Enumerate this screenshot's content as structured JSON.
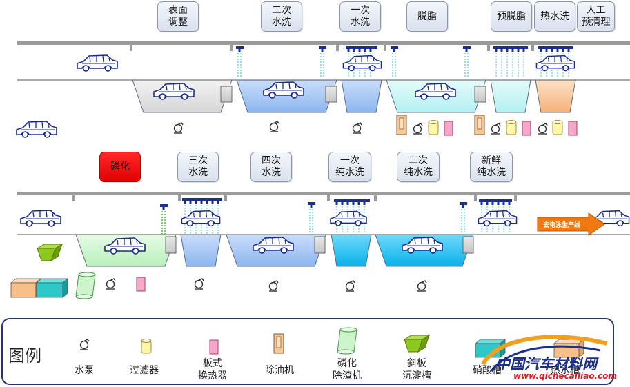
{
  "top_row_labels": [
    {
      "id": "surface",
      "text": "表面\n调整"
    },
    {
      "id": "rinse2",
      "text": "二次\n水洗"
    },
    {
      "id": "rinse1",
      "text": "一次\n水洗"
    },
    {
      "id": "degrease",
      "text": "脱脂"
    },
    {
      "id": "predegrease",
      "text": "预脱脂"
    },
    {
      "id": "hotrinse",
      "text": "热水洗"
    },
    {
      "id": "manual",
      "text": "人工\n预清理"
    }
  ],
  "bottom_row_labels": [
    {
      "id": "phosphating",
      "text": "磷化"
    },
    {
      "id": "rinse3",
      "text": "三次\n水洗"
    },
    {
      "id": "rinse4",
      "text": "四次\n水洗"
    },
    {
      "id": "di1",
      "text": "一次\n纯水洗"
    },
    {
      "id": "di2",
      "text": "二次\n纯水洗"
    },
    {
      "id": "fresh_di",
      "text": "新鲜\n纯水洗"
    }
  ],
  "arrow_text": "去电泳生产线",
  "legend": {
    "title": "图例",
    "items": [
      {
        "id": "pump",
        "icon": "pump-icon",
        "text": "水泵"
      },
      {
        "id": "filter",
        "icon": "filter-icon",
        "text": "过滤器"
      },
      {
        "id": "plate_hx",
        "icon": "plate-heat-exchanger-icon",
        "text": "板式\n换热器"
      },
      {
        "id": "oil_remover",
        "icon": "oil-remover-icon",
        "text": "除油机"
      },
      {
        "id": "slag_remover",
        "icon": "phosphating-slag-remover-icon",
        "text": "磷化\n除渣机"
      },
      {
        "id": "settler",
        "icon": "inclined-plate-settler-icon",
        "text": "斜板\n沉淀槽"
      },
      {
        "id": "acid_tank",
        "icon": "acid-tank-icon",
        "text": "硝酸槽"
      },
      {
        "id": "hot_tank",
        "icon": "hot-water-tank-icon",
        "text": "热水槽"
      }
    ]
  },
  "watermark": {
    "main": "中国汽车材料网",
    "url": "www.qichecailiao.com"
  },
  "colors": {
    "rail": "#9b9b9b",
    "car_outline": "#1a2a8c",
    "label_border": "#8a97ab",
    "tank_gray": "#e6e6e6",
    "tank_blue": "#a9c9f5",
    "tank_cyan": "#c8f5f7",
    "tank_peach": "#f9c9a2",
    "tank_green": "#ccf5cc",
    "tank_deep_cyan": "#1ec3f2",
    "spray_blue": "#1b2f8f",
    "spray_drops": "#79d8e8",
    "spray_green": "#3ad63a",
    "red_label": "#ee0000",
    "arrow": "#f07a10",
    "legend_border": "#2b2f7a"
  }
}
